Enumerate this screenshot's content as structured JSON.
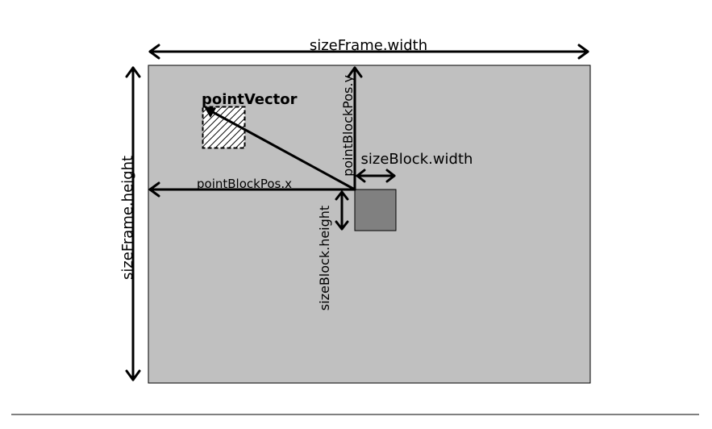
{
  "labels": {
    "frame_width": "sizeFrame.width",
    "frame_height": "sizeFrame.height",
    "block_pos_x": "pointBlockPos.x",
    "block_pos_y": "pointBlockPos.y",
    "block_width": "sizeBlock.width",
    "block_height": "sizeBlock.height",
    "point_vector": "pointVector"
  },
  "colors": {
    "frame_fill": "#c0c0c0",
    "block_fill": "#808080",
    "arrow": "#000000",
    "separator": "#000000"
  }
}
